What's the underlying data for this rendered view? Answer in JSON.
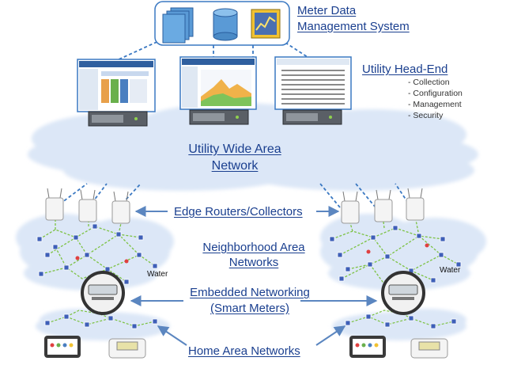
{
  "labels": {
    "mdms": "Meter Data\nManagement System",
    "headend": "Utility Head-End",
    "wan": "Utility Wide Area\nNetwork",
    "edge": "Edge Routers/Collectors",
    "nan": "Neighborhood Area\nNetworks",
    "embedded": "Embedded Networking\n(Smart Meters)",
    "han": "Home Area Networks",
    "water_left": "Water",
    "water_right": "Water"
  },
  "headend_functions": [
    "Collection",
    "Configuration",
    "Management",
    "Security"
  ],
  "colors": {
    "label_blue": "#1a3f8f",
    "cloud_fill": "#dce7f7",
    "link_dash": "#3a78c2",
    "mesh_green": "#7cc242",
    "arrow_blue": "#5b86c0"
  },
  "icons": {
    "mdms": [
      "documents-icon",
      "database-icon",
      "chart-icon"
    ],
    "router": "router-icon",
    "meter": "smart-meter-icon",
    "thermostat": "thermostat-icon",
    "display": "in-home-display-icon"
  }
}
